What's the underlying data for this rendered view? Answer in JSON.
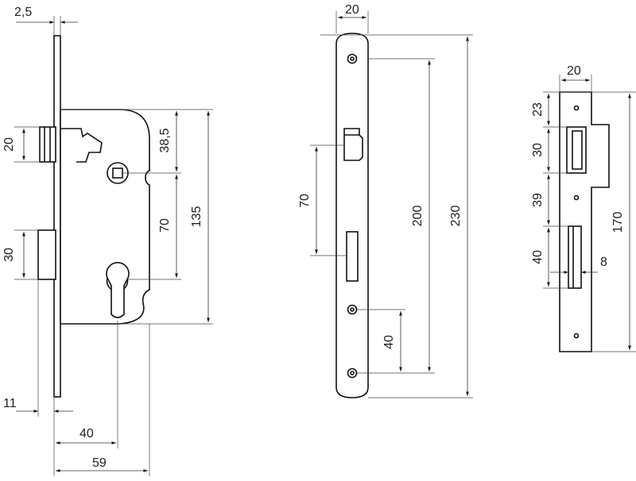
{
  "labels": {
    "lock_thickness": "2,5",
    "latch_height": "20",
    "deadbolt_height": "30",
    "spindle_offset": "38,5",
    "spindle_to_cylinder": "70",
    "body_height": "135",
    "faceplate_offset": "11",
    "backset": "40",
    "body_depth": "59",
    "faceplate_width": "20",
    "faceplate_cutout_spacing": "70",
    "screw_spacing": "200",
    "faceplate_height": "230",
    "screw_to_bottom": "40",
    "strike_width": "20",
    "strike_top": "23",
    "strike_latch": "30",
    "strike_gap": "39",
    "strike_bolt": "40",
    "strike_offset": "8",
    "strike_height": "170"
  },
  "colors": {
    "line": "#111111",
    "background": "#ffffff"
  }
}
